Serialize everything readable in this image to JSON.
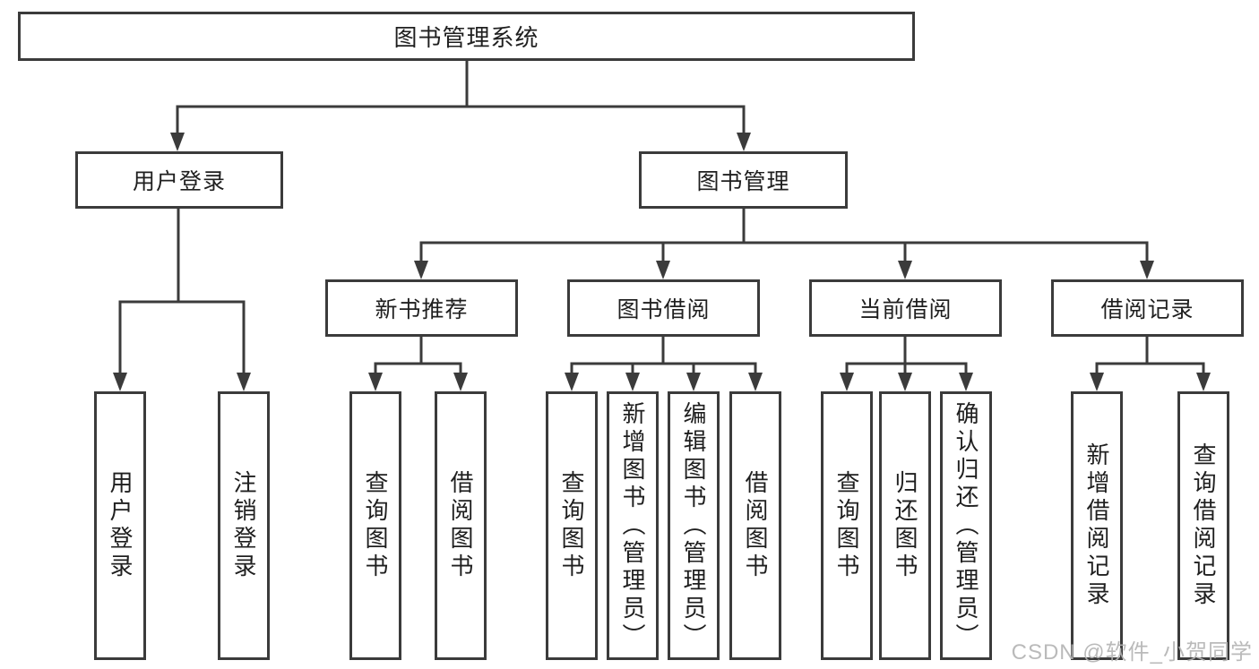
{
  "tree": {
    "root": {
      "label": "图书管理系统"
    },
    "branches": [
      {
        "label": "用户登录",
        "leaves": [
          {
            "label": "用户登录"
          },
          {
            "label": "注销登录"
          }
        ]
      },
      {
        "label": "图书管理",
        "groups": [
          {
            "label": "新书推荐",
            "leaves": [
              {
                "label": "查询图书"
              },
              {
                "label": "借阅图书"
              }
            ]
          },
          {
            "label": "图书借阅",
            "leaves": [
              {
                "label": "查询图书"
              },
              {
                "label": "新增图书（管理员）"
              },
              {
                "label": "编辑图书（管理员）"
              },
              {
                "label": "借阅图书"
              }
            ]
          },
          {
            "label": "当前借阅",
            "leaves": [
              {
                "label": "查询图书"
              },
              {
                "label": "归还图书"
              },
              {
                "label": "确认归还（管理员）"
              }
            ]
          },
          {
            "label": "借阅记录",
            "leaves": [
              {
                "label": "新增借阅记录"
              },
              {
                "label": "查询借阅记录"
              }
            ]
          }
        ]
      }
    ]
  },
  "watermark": "CSDN @软件_小贺同学",
  "colors": {
    "line": "#3b3b3b",
    "text": "#1f1f1f",
    "background": "#ffffff",
    "watermark": "#b3b3b3"
  }
}
